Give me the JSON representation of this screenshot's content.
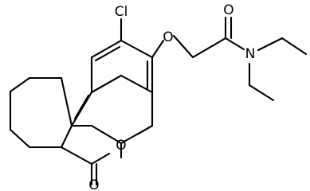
{
  "molecule": {
    "atoms": {
      "chlorine": "Cl",
      "ether_oxygen": "O",
      "carbonyl_oxygen_amide": "O",
      "amide_nitrogen": "N",
      "ring_oxygen": "O",
      "lactone_carbonyl_oxygen": "O"
    }
  },
  "colors": {
    "bond": "#000000",
    "background": "#ffffff"
  }
}
